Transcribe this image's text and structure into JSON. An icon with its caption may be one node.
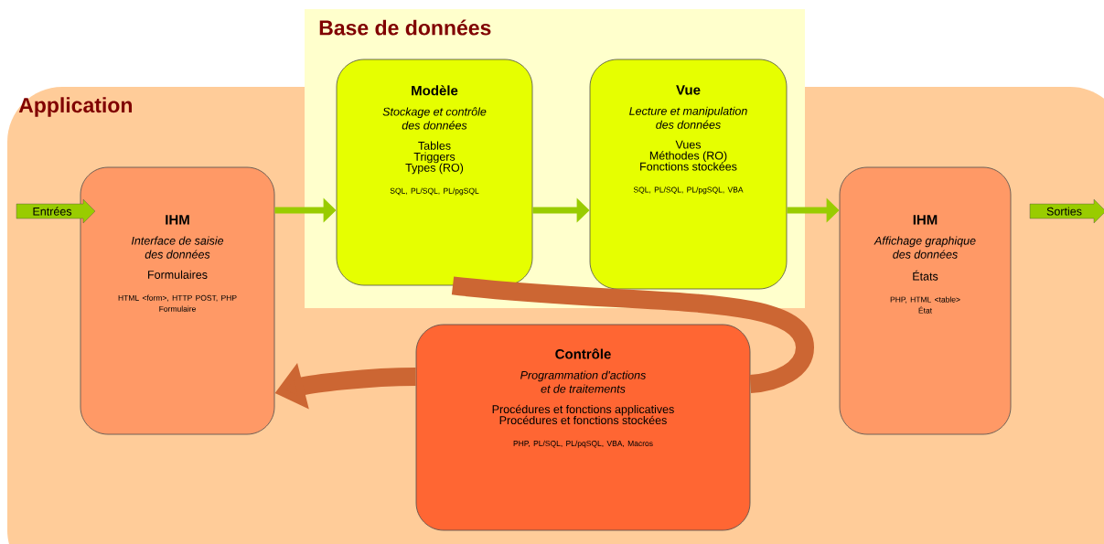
{
  "diagram": {
    "nodes": [
      {
        "text": [
          "Application"
        ]
      },
      {
        "text": [
          "Base de données"
        ]
      },
      {
        "text": [
          "IHM",
          "Interface de saisie des données",
          "Formulaires",
          "HTML <form>, HTTP POST, PHP",
          "Formulaire"
        ],
        "in": 0
      },
      {
        "text": [
          "Modèle",
          "Stockage et contrôle des données",
          "Tables",
          "Triggers",
          "Types (RO)",
          "SQL, PL/SQL, PL/pgSQL"
        ],
        "in": 1
      },
      {
        "text": [
          "Vue",
          "Lecture et manipulation des données",
          "Vues",
          "Méthodes (RO)",
          "Fonctions stockées",
          "SQL, PL/SQL, PL/pgSQL, VBA"
        ],
        "in": 1
      },
      {
        "text": [
          "IHM",
          "Affichage graphique des données",
          "États",
          "PHP, HTML <table>",
          "État"
        ],
        "in": 0
      },
      {
        "text": [
          "Contrôle",
          "Programmation d'actions et de traitements",
          "Procédures et fonctions applicatives",
          "Procédures et fonctions stockées",
          "PHP, PL/SQL, PL/pqSQL, VBA, Macros"
        ],
        "in": 0
      },
      {
        "text": [
          "Entrées"
        ],
        "in": 0
      },
      {
        "text": [
          "Sorties"
        ],
        "in": 0
      }
    ],
    "edges": [
      {
        "from": 2,
        "to": 3,
        "arrow": "to"
      },
      {
        "from": 3,
        "to": 4,
        "arrow": "to"
      },
      {
        "from": 4,
        "to": 5,
        "arrow": "to"
      },
      {
        "from": 3,
        "to": 6,
        "arrow": "none",
        "style": "thick",
        "color": "#cc6633"
      },
      {
        "from": 6,
        "to": 2,
        "arrow": "to",
        "style": "thick",
        "color": "#cc6633"
      }
    ]
  }
}
